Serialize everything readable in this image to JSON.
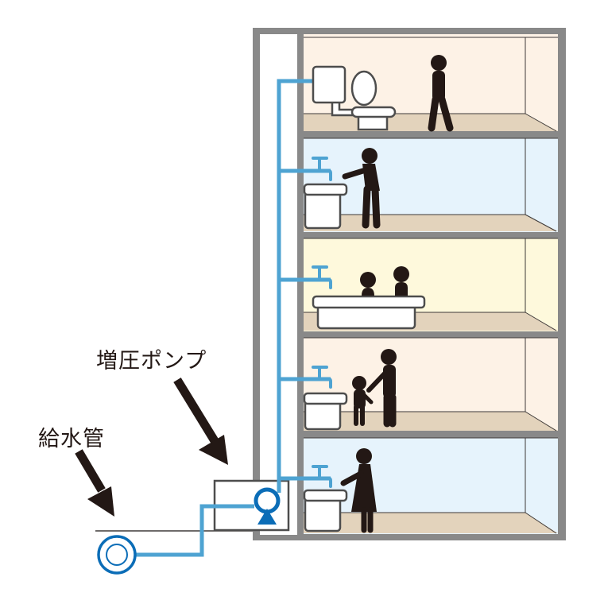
{
  "labels": {
    "booster_pump": "増圧ポンプ",
    "water_supply_pipe": "給水管"
  },
  "colors": {
    "wall": "#898989",
    "pipe": "#4ea3d2",
    "pump": "#0b6db7",
    "figure": "#231815",
    "floor": "#e3d3bc",
    "fixture_outline": "#4d4d4d",
    "room_cream": "#fdf2e6",
    "room_blue": "#e6f3fc",
    "room_yellow": "#fef9dc"
  },
  "floors": [
    {
      "level": 5,
      "fixture": "toilet",
      "people": 1,
      "room_color": "#fdf2e6"
    },
    {
      "level": 4,
      "fixture": "sink",
      "people": 1,
      "room_color": "#e6f3fc"
    },
    {
      "level": 3,
      "fixture": "bathtub",
      "people": 2,
      "room_color": "#fef9dc"
    },
    {
      "level": 2,
      "fixture": "sink",
      "people": 2,
      "room_color": "#fdf2e6"
    },
    {
      "level": 1,
      "fixture": "sink",
      "people": 1,
      "room_color": "#e6f3fc"
    }
  ]
}
